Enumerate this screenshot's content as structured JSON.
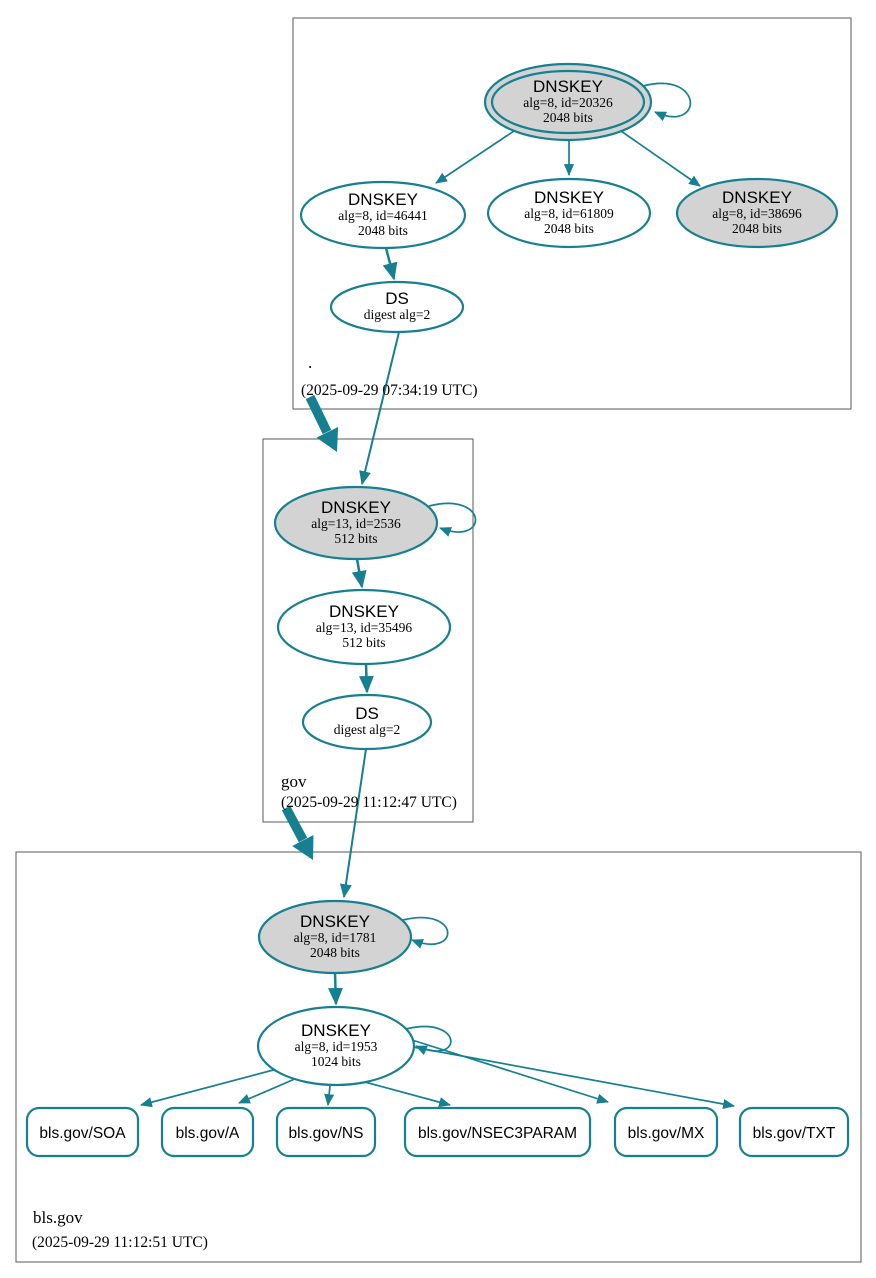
{
  "colors": {
    "edge_teal": "#178090",
    "ksk_fill": "#d3d3d3",
    "node_fill": "#ffffff",
    "zone_border": "#58595b",
    "text": "#000000"
  },
  "zones": [
    {
      "label": ".",
      "timestamp": "(2025-09-29 07:34:19 UTC)",
      "nodes": {
        "ksk": {
          "title": "DNSKEY",
          "detail1": "alg=8, id=20326",
          "detail2": "2048 bits"
        },
        "zsk_46441": {
          "title": "DNSKEY",
          "detail1": "alg=8, id=46441",
          "detail2": "2048 bits"
        },
        "zsk_61809": {
          "title": "DNSKEY",
          "detail1": "alg=8, id=61809",
          "detail2": "2048 bits"
        },
        "ksk_38696": {
          "title": "DNSKEY",
          "detail1": "alg=8, id=38696",
          "detail2": "2048 bits"
        },
        "ds": {
          "title": "DS",
          "detail1": "digest alg=2"
        }
      }
    },
    {
      "label": "gov",
      "timestamp": "(2025-09-29 11:12:47 UTC)",
      "nodes": {
        "ksk": {
          "title": "DNSKEY",
          "detail1": "alg=13, id=2536",
          "detail2": "512 bits"
        },
        "zsk": {
          "title": "DNSKEY",
          "detail1": "alg=13, id=35496",
          "detail2": "512 bits"
        },
        "ds": {
          "title": "DS",
          "detail1": "digest alg=2"
        }
      }
    },
    {
      "label": "bls.gov",
      "timestamp": "(2025-09-29 11:12:51 UTC)",
      "nodes": {
        "ksk": {
          "title": "DNSKEY",
          "detail1": "alg=8, id=1781",
          "detail2": "2048 bits"
        },
        "zsk": {
          "title": "DNSKEY",
          "detail1": "alg=8, id=1953",
          "detail2": "1024 bits"
        },
        "rrsets": [
          {
            "label": "bls.gov/SOA"
          },
          {
            "label": "bls.gov/A"
          },
          {
            "label": "bls.gov/NS"
          },
          {
            "label": "bls.gov/NSEC3PARAM"
          },
          {
            "label": "bls.gov/MX"
          },
          {
            "label": "bls.gov/TXT"
          }
        ]
      }
    }
  ]
}
